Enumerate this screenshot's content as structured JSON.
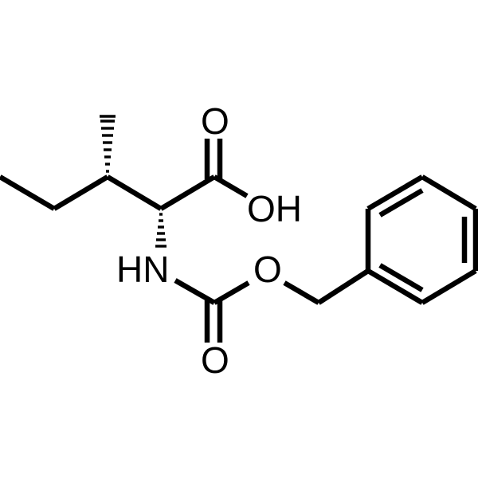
{
  "molecule": {
    "atom_labels": {
      "carbonyl_oxygen_top": "O",
      "hydroxyl": "OH",
      "amine": "HN",
      "ester_oxygen": "O",
      "carbonyl_oxygen_bottom": "O"
    }
  }
}
